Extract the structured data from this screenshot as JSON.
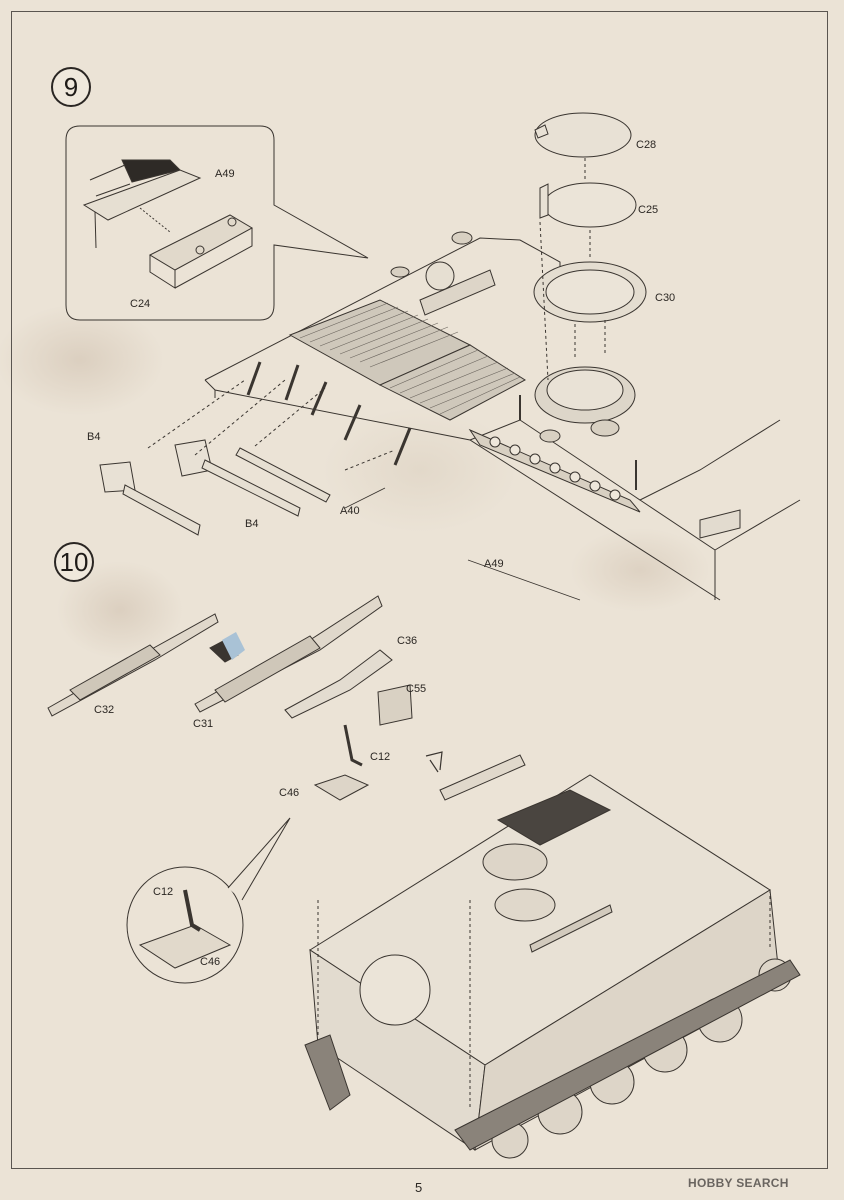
{
  "steps": [
    {
      "number": "9"
    },
    {
      "number": "10"
    }
  ],
  "labels": {
    "a49_inset": "A49",
    "c24": "C24",
    "c28": "C28",
    "c25": "C25",
    "c30": "C30",
    "b4_left": "B4",
    "b4_bottom": "B4",
    "a40": "A40",
    "a49_main": "A49",
    "c36": "C36",
    "c55": "C55",
    "c32": "C32",
    "c31": "C31",
    "c12": "C12",
    "c46": "C46",
    "c12_detail": "C12",
    "c46_detail": "C46"
  },
  "page_number": "5",
  "watermark": "HOBBY SEARCH",
  "icons": [
    "arrow-icon"
  ]
}
